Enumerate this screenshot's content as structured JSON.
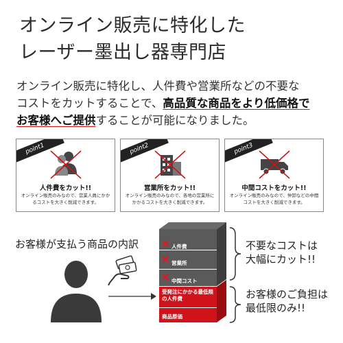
{
  "title": {
    "line1": "オンライン販売に特化した",
    "line2": "レーザー墨出し器専門店"
  },
  "description": {
    "line1": "オンライン販売に特化し、人件費や営業所などの不要な",
    "line2_a": "コストをカットすることで、",
    "line2_b": "高品質な商品をより低価格で",
    "line3_a": "お客様へご提供",
    "line3_b": "することが可能になりました。"
  },
  "points": [
    {
      "tag": "point1",
      "icon": "person-icon",
      "title": "人件費をカット!!",
      "desc": "オンライン販売のみなので、営業人員にかかるコストを大きく削減できます。"
    },
    {
      "tag": "point2",
      "icon": "building-icon",
      "title": "営業所をカット!!",
      "desc": "オンライン販売のみなので、各地の営業所にかかるコストを大きく削減できます。"
    },
    {
      "tag": "point3",
      "icon": "truck-icon",
      "title": "中間コストをカット!!",
      "desc": "オンライン販売のみなので、仲卸などの中間コストを大きく削減できます。"
    }
  ],
  "breakdown": {
    "heading": "お客様が支払う商品の内訳",
    "gray_blocks": [
      "人件費",
      "営業所",
      "中間コスト"
    ],
    "red_blocks": [
      "受発注にかかる最低限の人件費",
      "商品原価"
    ],
    "cut_text": [
      "不要なコストは",
      "大幅にカット!!"
    ],
    "burden_text": [
      "お客様のご負担は",
      "最低限のみ!!"
    ]
  },
  "colors": {
    "accent_red": "#d0121b",
    "dark_gray": "#4a4a4a",
    "card_border": "#888888"
  }
}
